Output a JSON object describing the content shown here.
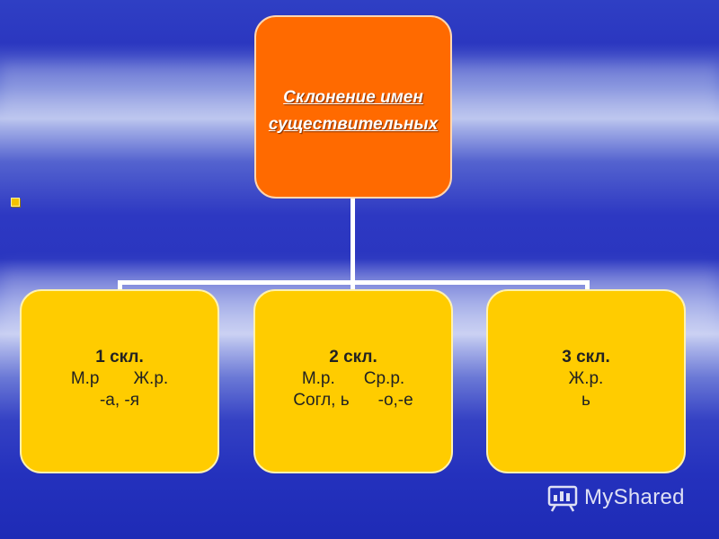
{
  "diagram": {
    "root": {
      "line1": "Склонение имен",
      "line2": "существительных"
    },
    "nodes": [
      {
        "title": "1 скл.",
        "line_a1": "М.р",
        "line_a2": "Ж.р.",
        "line_b": "-а, -я"
      },
      {
        "title": "2 скл.",
        "line_a1": "М.р.",
        "line_a2": "Ср.р.",
        "line_b1": "Согл, ь",
        "line_b2": "-о,-е"
      },
      {
        "title": "3 скл.",
        "line_a": "Ж.р.",
        "line_b": "ь"
      }
    ]
  },
  "colors": {
    "root_fill": "#ff6a00",
    "node_fill": "#ffcc00",
    "connector": "#ffffff",
    "background": "#2b37c0"
  },
  "watermark": {
    "text": "MyShared",
    "icon": "presentation-board-icon"
  }
}
